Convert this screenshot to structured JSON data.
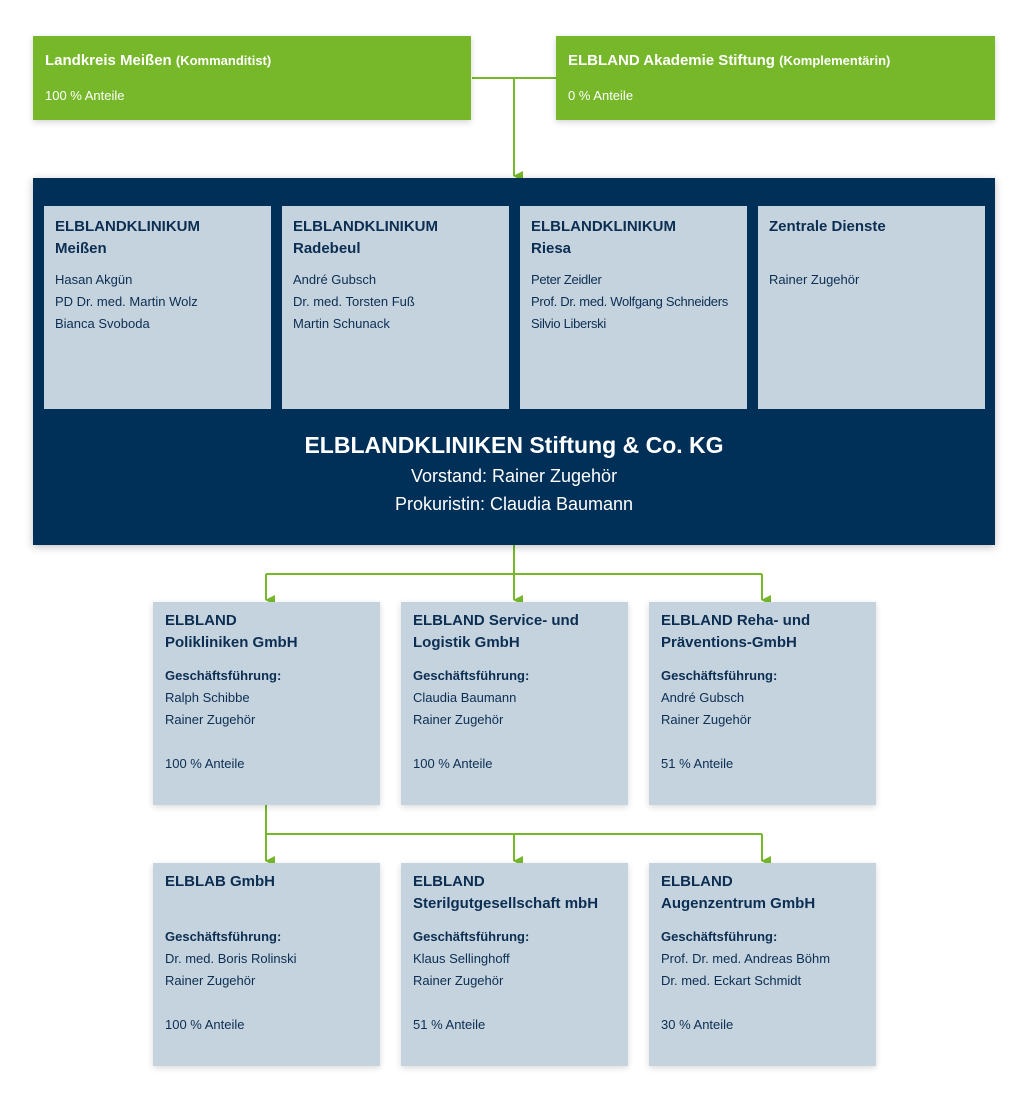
{
  "owners": [
    {
      "name": "Landkreis Meißen",
      "role": "(Kommanditist)",
      "share": "100 % Anteile"
    },
    {
      "name": "ELBLAND Akademie Stiftung",
      "role": "(Komplementärin)",
      "share": "0 % Anteile"
    }
  ],
  "clinics": [
    {
      "line1": "ELBLANDKLINIKUM",
      "line2": "Meißen",
      "people": [
        "Hasan Akgün",
        "PD Dr. med. Martin Wolz",
        "Bianca Svoboda"
      ]
    },
    {
      "line1": "ELBLANDKLINIKUM",
      "line2": "Radebeul",
      "people": [
        "André Gubsch",
        "Dr. med. Torsten Fuß",
        "Martin Schunack"
      ]
    },
    {
      "line1": "ELBLANDKLINIKUM",
      "line2": "Riesa",
      "people": [
        "Peter Zeidler",
        "Prof. Dr. med. Wolfgang Schneiders",
        "Silvio Liberski"
      ]
    },
    {
      "line1": "Zentrale Dienste",
      "line2": "",
      "people": [
        "Rainer Zugehör"
      ]
    }
  ],
  "main": {
    "title": "ELBLANDKLINIKEN Stiftung & Co. KG",
    "board": "Vorstand: Rainer Zugehör",
    "procurist": "Prokuristin: Claudia Baumann"
  },
  "gf_label": "Geschäftsführung:",
  "subsidiaries_level1": [
    {
      "line1": "ELBLAND",
      "line2": "Polikliniken GmbH",
      "managers": [
        "Ralph Schibbe",
        "Rainer Zugehör"
      ],
      "share": "100 % Anteile"
    },
    {
      "line1": "ELBLAND Service- und",
      "line2": "Logistik GmbH",
      "managers": [
        "Claudia Baumann",
        "Rainer Zugehör"
      ],
      "share": "100 % Anteile"
    },
    {
      "line1": "ELBLAND Reha- und",
      "line2": "Präventions-GmbH",
      "managers": [
        "André Gubsch",
        "Rainer Zugehör"
      ],
      "share": "51 % Anteile"
    }
  ],
  "subsidiaries_level2": [
    {
      "line1": "ELBLAB GmbH",
      "line2": "",
      "managers": [
        "Dr. med. Boris Rolinski",
        "Rainer Zugehör"
      ],
      "share": "100 % Anteile"
    },
    {
      "line1": "ELBLAND",
      "line2": "Sterilgutgesellschaft mbH",
      "managers": [
        "Klaus Sellinghoff",
        "Rainer Zugehör"
      ],
      "share": "51 % Anteile"
    },
    {
      "line1": "ELBLAND",
      "line2": "Augenzentrum GmbH",
      "managers": [
        "Prof. Dr. med. Andreas Böhm",
        "Dr. med. Eckart Schmidt"
      ],
      "share": "30 % Anteile"
    }
  ],
  "colors": {
    "green": "#76b82a",
    "navy": "#002f57",
    "box": "#c5d3de",
    "text": "#0b2e52"
  }
}
